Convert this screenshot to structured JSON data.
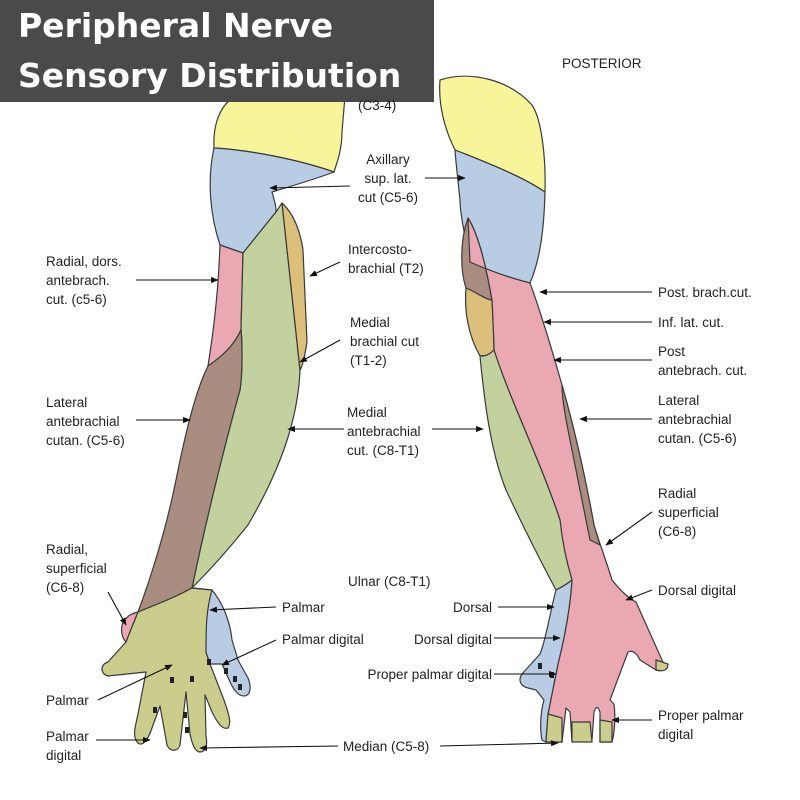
{
  "header": {
    "title_line1": "Peripheral Nerve",
    "title_line2": "Sensory Distribution"
  },
  "colors": {
    "title_bg": "#4a4a4a",
    "supraclavicular_yellow": "#f7f49a",
    "axillary_blue": "#b8cce4",
    "radial_pink": "#e9a8b2",
    "lateral_antebrachial_brown": "#a88d80",
    "intercostobrachial_tan": "#dcbf7a",
    "medial_antebrachial_green": "#c3d19e",
    "median_olive": "#cbcd8c",
    "outline": "#3a3a3a"
  },
  "labels": {
    "posterior": "POSTERIOR",
    "supraclavicular": "(C3-4)",
    "axillary": "Axillary\nsup. lat.\ncut (C5-6)",
    "intercostobrachial": "Intercosto-\nbrachial (T2)",
    "medial_brachial": "Medial\nbrachial cut\n(T1-2)",
    "medial_antebrachial": "Medial\nantebrachial\ncut. (C8-T1)",
    "ulnar": "Ulnar (C8-T1)",
    "median": "Median (C5-8)",
    "left_radial_dors": "Radial, dors.\nantebrach.\ncut. (c5-6)",
    "left_lateral_antebrachial": "Lateral\nantebrachial\ncutan. (C5-6)",
    "left_radial_superficial": "Radial,\nsuperficial\n(C6-8)",
    "left_palmar": "Palmar",
    "left_palmar_digital": "Palmar\ndigital",
    "ulnar_palmar": "Palmar",
    "ulnar_palmar_digital": "Palmar digital",
    "ulnar_dorsal": "Dorsal",
    "ulnar_dorsal_digital": "Dorsal digital",
    "proper_palmar_digital_center": "Proper palmar digital",
    "post_brach_cut": "Post. brach.cut.",
    "inf_lat_cut": "Inf. lat. cut.",
    "post_antebrach_cut": "Post\nantebrach. cut.",
    "right_lateral_antebrachial": "Lateral\nantebrachial\ncutan. (C5-6)",
    "right_radial_superficial": "Radial\nsuperficial\n(C6-8)",
    "right_dorsal_digital": "Dorsal digital",
    "right_proper_palmar_digital": "Proper palmar\ndigital"
  }
}
